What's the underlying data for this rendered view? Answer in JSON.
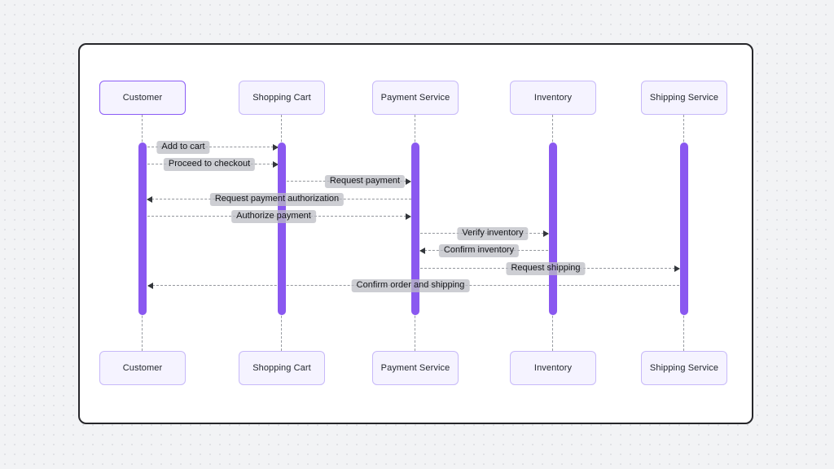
{
  "diagram": {
    "actors": [
      {
        "label": "Customer"
      },
      {
        "label": "Shopping Cart"
      },
      {
        "label": "Payment Service"
      },
      {
        "label": "Inventory"
      },
      {
        "label": "Shipping Service"
      }
    ],
    "messages": [
      {
        "label": "Add to cart",
        "from": "Customer",
        "to": "Shopping Cart"
      },
      {
        "label": "Proceed to checkout",
        "from": "Customer",
        "to": "Shopping Cart"
      },
      {
        "label": "Request payment",
        "from": "Shopping Cart",
        "to": "Payment Service"
      },
      {
        "label": "Request payment authorization",
        "from": "Payment Service",
        "to": "Customer"
      },
      {
        "label": "Authorize payment",
        "from": "Customer",
        "to": "Payment Service"
      },
      {
        "label": "Verify inventory",
        "from": "Payment Service",
        "to": "Inventory"
      },
      {
        "label": "Confirm inventory",
        "from": "Inventory",
        "to": "Payment Service"
      },
      {
        "label": "Request shipping",
        "from": "Payment Service",
        "to": "Shipping Service"
      },
      {
        "label": "Confirm order and shipping",
        "from": "Shipping Service",
        "to": "Customer"
      }
    ]
  },
  "colors": {
    "canvas_bg": "#f2f3f5",
    "panel_bg": "#ffffff",
    "panel_border": "#26262a",
    "actor_fill": "#f5f3ff",
    "actor_border": "#c7b9f9",
    "actor_border_primary": "#8b5cf6",
    "activation_bar": "#8a58f0",
    "message_line": "#94979d",
    "message_label_bg": "#d3d5d9",
    "message_label_text": "#141519"
  }
}
